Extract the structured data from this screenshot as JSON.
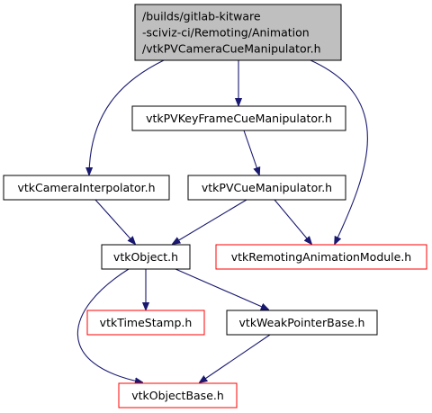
{
  "diagram": {
    "type": "include-dependency-graph",
    "colors": {
      "edge": "#191970",
      "root_fill": "#bfbfbf",
      "node_border": "#000000",
      "external_border": "#ff0000",
      "background": "#ffffff"
    },
    "nodes": [
      {
        "id": "root",
        "lines": [
          "/builds/gitlab-kitware",
          "-sciviz-ci/Remoting/Animation",
          "/vtkPVCameraCueManipulator.h"
        ],
        "style": "root"
      },
      {
        "id": "keyframe",
        "lines": [
          "vtkPVKeyFrameCueManipulator.h"
        ],
        "style": "normal"
      },
      {
        "id": "camerainterp",
        "lines": [
          "vtkCameraInterpolator.h"
        ],
        "style": "normal"
      },
      {
        "id": "cuemanip",
        "lines": [
          "vtkPVCueManipulator.h"
        ],
        "style": "normal"
      },
      {
        "id": "object",
        "lines": [
          "vtkObject.h"
        ],
        "style": "normal"
      },
      {
        "id": "remotingmodule",
        "lines": [
          "vtkRemotingAnimationModule.h"
        ],
        "style": "external"
      },
      {
        "id": "timestamp",
        "lines": [
          "vtkTimeStamp.h"
        ],
        "style": "external"
      },
      {
        "id": "weakptr",
        "lines": [
          "vtkWeakPointerBase.h"
        ],
        "style": "normal"
      },
      {
        "id": "objectbase",
        "lines": [
          "vtkObjectBase.h"
        ],
        "style": "external"
      }
    ],
    "edges": [
      {
        "from": "root",
        "to": "camerainterp"
      },
      {
        "from": "root",
        "to": "keyframe"
      },
      {
        "from": "root",
        "to": "remotingmodule"
      },
      {
        "from": "keyframe",
        "to": "cuemanip"
      },
      {
        "from": "camerainterp",
        "to": "object"
      },
      {
        "from": "cuemanip",
        "to": "object"
      },
      {
        "from": "cuemanip",
        "to": "remotingmodule"
      },
      {
        "from": "object",
        "to": "objectbase"
      },
      {
        "from": "object",
        "to": "timestamp"
      },
      {
        "from": "object",
        "to": "weakptr"
      },
      {
        "from": "weakptr",
        "to": "objectbase"
      }
    ]
  }
}
